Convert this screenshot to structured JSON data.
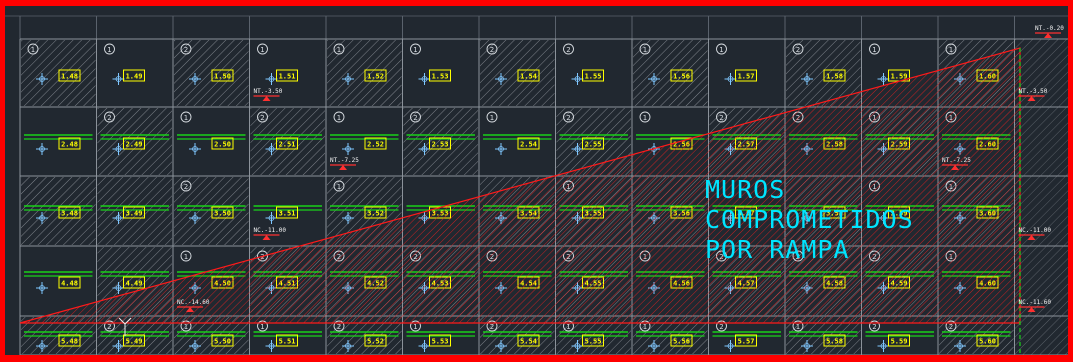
{
  "drawing": {
    "background": "#212830",
    "frame_color": "#ff0000",
    "hatch_color": "#8a8f96",
    "highlight_color": "#ff1a1a",
    "tag_color": "#ffff00",
    "text_color": "#00e5ff",
    "bar_color": "#19d119",
    "annotation": {
      "lines": [
        "MUROS",
        "COMPROMETIDOS",
        "POR RAMPA"
      ]
    },
    "rows": [
      {
        "markers": [
          "1",
          "1",
          "2",
          "1",
          "1",
          "1",
          "2",
          "2",
          "1",
          "1",
          "2",
          "1",
          "1"
        ],
        "tags": [
          "1.48",
          "1.49",
          "1.50",
          "1.51",
          "1.52",
          "1.53",
          "1.54",
          "1.55",
          "1.56",
          "1.57",
          "1.58",
          "1.59",
          "1.60"
        ]
      },
      {
        "markers": [
          "",
          "2",
          "1",
          "2",
          "1",
          "2",
          "1",
          "2",
          "1",
          "2",
          "2",
          "1",
          "1"
        ],
        "tags": [
          "2.48",
          "2.49",
          "2.50",
          "2.51",
          "2.52",
          "2.53",
          "2.54",
          "2.55",
          "2.56",
          "2.57",
          "2.58",
          "2.59",
          "2.60"
        ]
      },
      {
        "markers": [
          "",
          "",
          "2",
          "",
          "1",
          "",
          "",
          "1",
          "",
          "",
          "",
          "1",
          "1"
        ],
        "tags": [
          "3.48",
          "3.49",
          "3.50",
          "3.51",
          "3.52",
          "3.53",
          "3.54",
          "3.55",
          "3.56",
          "3.57",
          "3.58",
          "3.59",
          "3.60"
        ]
      },
      {
        "markers": [
          "",
          "",
          "1",
          "2",
          "2",
          "2",
          "2",
          "2",
          "1",
          "2",
          "2",
          "2",
          "1"
        ],
        "tags": [
          "4.48",
          "4.49",
          "4.50",
          "4.51",
          "4.52",
          "4.53",
          "4.54",
          "4.55",
          "4.56",
          "4.57",
          "4.58",
          "4.59",
          "4.60"
        ]
      },
      {
        "markers": [
          "",
          "2",
          "1",
          "1",
          "2",
          "1",
          "2",
          "1",
          "1",
          "2",
          "1",
          "2",
          "2"
        ],
        "tags": [
          "5.48",
          "5.49",
          "5.50",
          "5.51",
          "5.52",
          "5.53",
          "5.54",
          "5.55",
          "5.56",
          "5.57",
          "5.58",
          "5.59",
          "5.60"
        ]
      }
    ],
    "level_labels": [
      {
        "text": "NT.-3.50",
        "row": 0,
        "col": 3
      },
      {
        "text": "NT.-3.50",
        "row": 0,
        "col": 13
      },
      {
        "text": "NT.-7.25",
        "row": 1,
        "col": 4
      },
      {
        "text": "NT.-7.25",
        "row": 1,
        "col": 12
      },
      {
        "text": "NC.-11.00",
        "row": 2,
        "col": 3
      },
      {
        "text": "NC.-11.00",
        "row": 2,
        "col": 13
      },
      {
        "text": "NC.-14.60",
        "row": 3,
        "col": 2
      },
      {
        "text": "NC.-11.60",
        "row": 3,
        "col": 13
      },
      {
        "text": "NT.-0.20",
        "row": -1,
        "col": 13
      }
    ]
  }
}
